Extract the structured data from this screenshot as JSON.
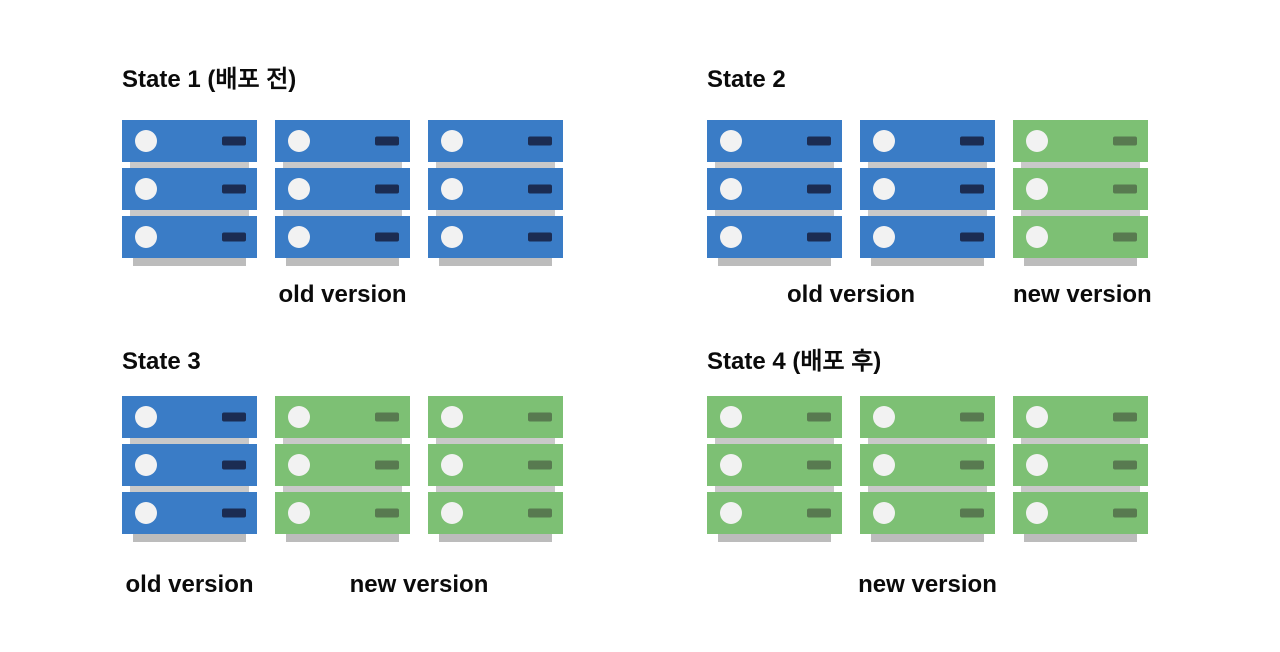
{
  "colors": {
    "background": "#ffffff",
    "text": "#0b0b0b",
    "blue": "#3a7cc6",
    "blue_dash": "#1b2c52",
    "green": "#7dc074",
    "green_dash": "#587a50",
    "circle": "#f2f2f2",
    "separator": "#c9c9c9",
    "shadow": "#bcbcbc"
  },
  "rows_per_stack": 3,
  "versions": {
    "old": "old version",
    "new": "new version"
  },
  "panels": [
    {
      "title": "State 1 (배포 전)",
      "stacks": [
        "old",
        "old",
        "old"
      ],
      "labels": [
        {
          "text": "old version",
          "span": [
            0,
            3
          ]
        }
      ]
    },
    {
      "title": "State 2",
      "stacks": [
        "old",
        "old",
        "new"
      ],
      "labels": [
        {
          "text": "old version",
          "span": [
            0,
            2
          ]
        },
        {
          "text": "new version",
          "span": [
            2,
            1
          ]
        }
      ]
    },
    {
      "title": "State 3",
      "stacks": [
        "old",
        "new",
        "new"
      ],
      "labels": [
        {
          "text": "old version",
          "span": [
            0,
            1
          ]
        },
        {
          "text": "new version",
          "span": [
            1,
            2
          ]
        }
      ]
    },
    {
      "title": "State 4 (배포 후)",
      "stacks": [
        "new",
        "new",
        "new"
      ],
      "labels": [
        {
          "text": "new version",
          "span": [
            0,
            3
          ]
        }
      ]
    }
  ]
}
